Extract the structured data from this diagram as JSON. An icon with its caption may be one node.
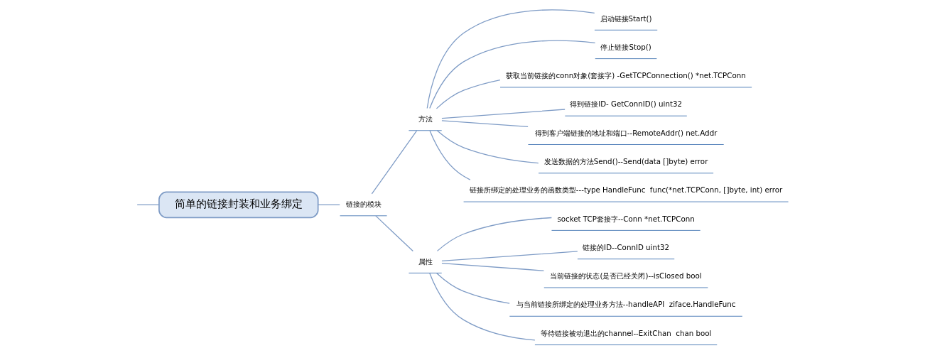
{
  "diagram": {
    "nodes": [
      {
        "text": [
          "简单的链接封装和业务绑定"
        ]
      },
      {
        "text": [
          "链接的模块"
        ]
      },
      {
        "text": [
          "方法"
        ]
      },
      {
        "text": [
          "启动链接Start()"
        ]
      },
      {
        "text": [
          "停止链接Stop()"
        ]
      },
      {
        "text": [
          "获取当前链接的conn对象(套接字) -GetTCPConnection() *net.TCPConn"
        ]
      },
      {
        "text": [
          "得到链接ID- GetConnID() uint32"
        ]
      },
      {
        "text": [
          "得到客户端链接的地址和端口--RemoteAddr() net.Addr"
        ]
      },
      {
        "text": [
          "发送数据的方法Send()--Send(data []byte) error"
        ]
      },
      {
        "text": [
          "链接所绑定的处理业务的函数类型---type HandleFunc  func(*net.TCPConn, []byte, int) error"
        ]
      },
      {
        "text": [
          "属性"
        ]
      },
      {
        "text": [
          "socket TCP套接字--Conn *net.TCPConn"
        ]
      },
      {
        "text": [
          "链接的ID--ConnID uint32"
        ]
      },
      {
        "text": [
          "当前链接的状态(是否已经关闭)--isClosed bool"
        ]
      },
      {
        "text": [
          "与当前链接所绑定的处理业务方法--handleAPI  ziface.HandleFunc"
        ]
      },
      {
        "text": [
          "等待链接被动退出的channel--ExitChan  chan bool"
        ]
      }
    ],
    "edges": [
      {
        "from": null,
        "to": 0,
        "arrow": "none"
      },
      {
        "from": 0,
        "to": 1,
        "arrow": "none"
      },
      {
        "from": 1,
        "to": 2,
        "arrow": "none"
      },
      {
        "from": 2,
        "to": 3,
        "arrow": "none"
      },
      {
        "from": 2,
        "to": 4,
        "arrow": "none"
      },
      {
        "from": 2,
        "to": 5,
        "arrow": "none"
      },
      {
        "from": 2,
        "to": 6,
        "arrow": "none"
      },
      {
        "from": 2,
        "to": 7,
        "arrow": "none"
      },
      {
        "from": 2,
        "to": 8,
        "arrow": "none"
      },
      {
        "from": 2,
        "to": 9,
        "arrow": "none"
      },
      {
        "from": 1,
        "to": 10,
        "arrow": "none"
      },
      {
        "from": 10,
        "to": 11,
        "arrow": "none"
      },
      {
        "from": 10,
        "to": 12,
        "arrow": "none"
      },
      {
        "from": 10,
        "to": 13,
        "arrow": "none"
      },
      {
        "from": 10,
        "to": 14,
        "arrow": "none"
      },
      {
        "from": 10,
        "to": 15,
        "arrow": "none"
      }
    ]
  }
}
